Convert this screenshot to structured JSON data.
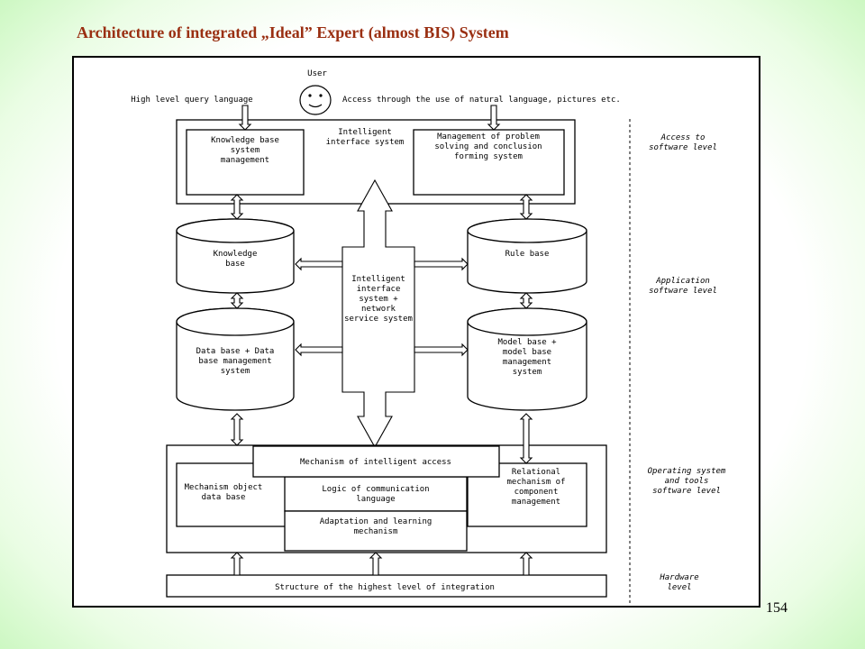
{
  "title": "Architecture  of integrated „Ideal” Expert (almost BIS) System",
  "page_number": "154",
  "user": {
    "label": "User",
    "query": "High level query language",
    "access": "Access through the use of natural language, pictures etc."
  },
  "interface_system": [
    "Intelligent",
    "interface system"
  ],
  "kb_management": [
    "Knowledge base",
    "system",
    "management"
  ],
  "problem_solving": [
    "Management of problem",
    "solving and conclusion",
    "forming system"
  ],
  "knowledge_base": [
    "Knowledge",
    "base"
  ],
  "rule_base": [
    "Rule base"
  ],
  "central_system": [
    "Intelligent",
    "interface",
    "system +",
    "network",
    "service system"
  ],
  "database": [
    "Data base + Data",
    "base management",
    "system"
  ],
  "model_base": [
    "Model base +",
    "model base",
    "management",
    "system"
  ],
  "intelligent_access": [
    "Mechanism of intelligent access"
  ],
  "object_db": [
    "Mechanism object",
    "data base"
  ],
  "communication_logic": [
    "Logic of communication",
    "language"
  ],
  "relational": [
    "Relational",
    "mechanism of",
    "component",
    "management"
  ],
  "adaptation": [
    "Adaptation and learning",
    "mechanism"
  ],
  "integration": [
    "Structure of the highest level of integration"
  ],
  "levels": {
    "access": [
      "Access to",
      "software level"
    ],
    "application": [
      "Application",
      "software level"
    ],
    "os": [
      "Operating system",
      "and tools",
      "software level"
    ],
    "hardware": [
      "Hardware",
      "level"
    ]
  }
}
